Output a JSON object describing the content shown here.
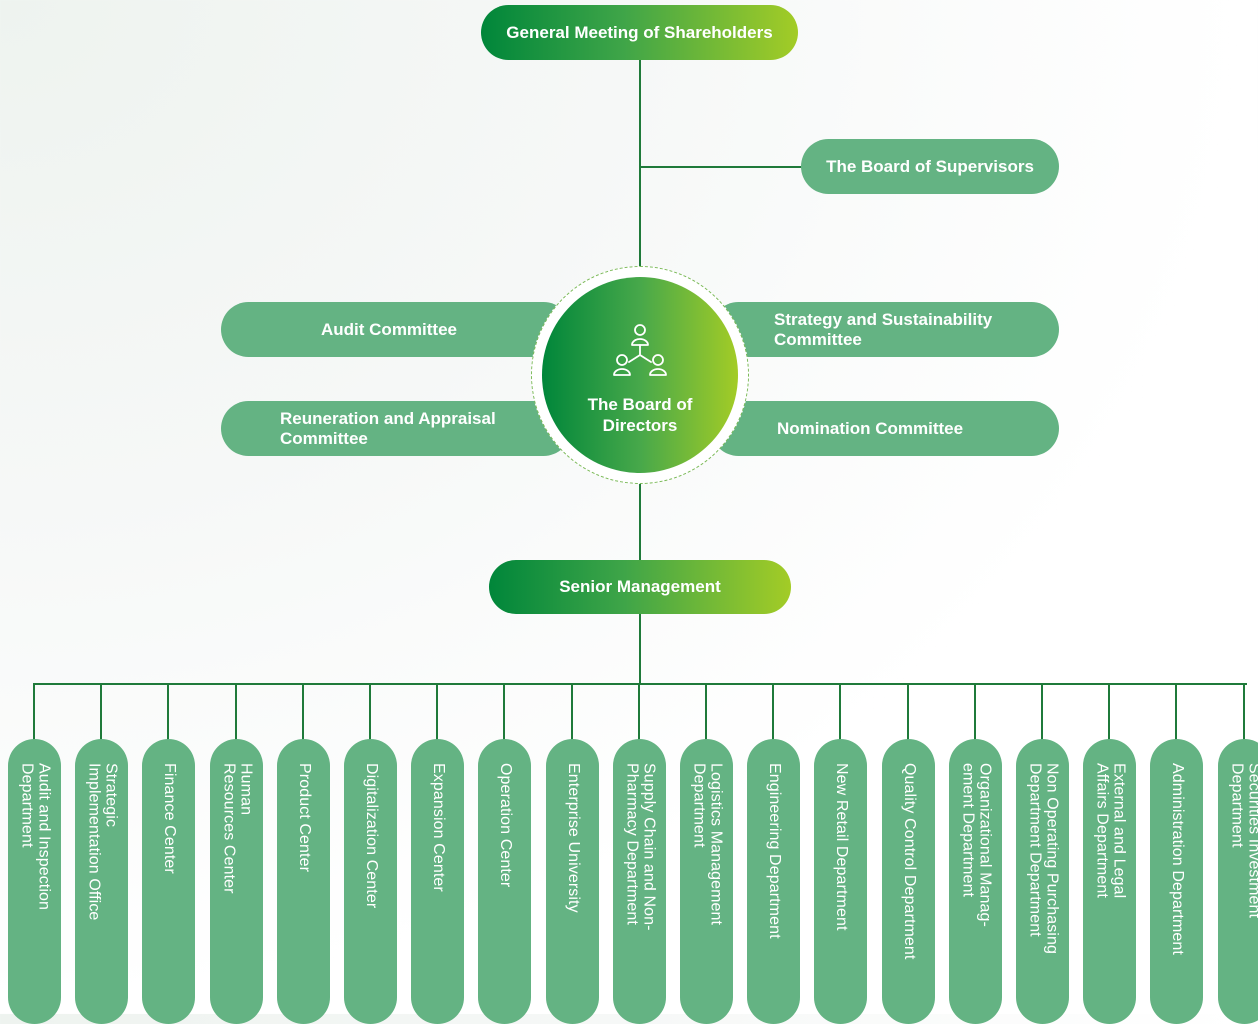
{
  "shareholders": "General Meeting of Shareholders",
  "supervisors": "The Board of Supervisors",
  "board": "The Board of Directors",
  "committees": {
    "audit": "Audit Committee",
    "strategy": "Strategy and Sustainability Committee",
    "remuneration": "Reuneration and Appraisal Committee",
    "nomination": "Nomination Committee"
  },
  "senior_management": "Senior Management",
  "departments": [
    "Audit and Inspection\nDepartment",
    "Strategic\nImplementation Office",
    "Finance Center",
    "Human\nResources Center",
    "Product Center",
    "Digitalization Center",
    "Expansion Center",
    "Operation Center",
    "Enterprise University",
    "Supply Chain and Non-\nPharmacy Department",
    "Logistics Management\nDepartment",
    "Engineering Department",
    "New Retail Department",
    "Quality Control Department",
    "Organizational Manag-\nement Department",
    "Non Operating Purchasing\nDepartment Department",
    "External and Legal\nAffairs Department",
    "Administration Department",
    "Securities Investment\nDepartment"
  ],
  "colors": {
    "line": "#1f7a3a",
    "pill": "#64b383",
    "gradient_start": "#00863a",
    "gradient_end": "#a3cc26"
  },
  "icons": {
    "board": "people-network-icon"
  }
}
